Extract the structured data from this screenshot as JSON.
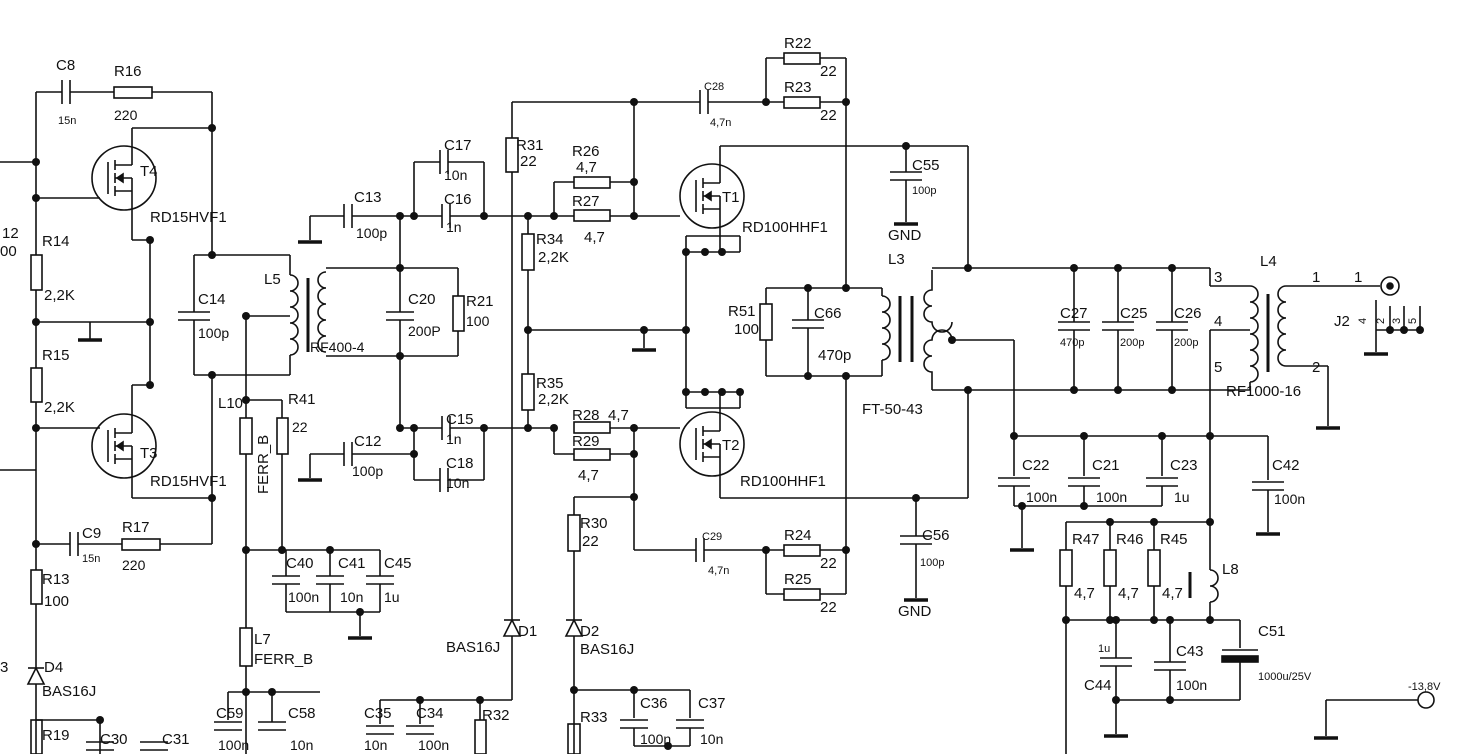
{
  "labels": {
    "C8": "C8",
    "C8v": "15n",
    "R16": "R16",
    "R16v": "220",
    "T4": "T4",
    "T4p": "RD15HVF1",
    "T3": "T3",
    "T3p": "RD15HVF1",
    "R12a": "12",
    "R12b": "00",
    "R14": "R14",
    "R14v": "2,2K",
    "R15": "R15",
    "R15v": "2,2K",
    "C9": "C9",
    "C9v": "15n",
    "R17": "R17",
    "R17v": "220",
    "R13": "R13",
    "R13v": "100",
    "D4": "D4",
    "D4p": "BAS16J",
    "D4n": "3",
    "R19": "R19",
    "C30": "C30",
    "C31": "C31",
    "C14": "C14",
    "C14v": "100p",
    "L5": "L5",
    "RF400": "RF400-4",
    "C13": "C13",
    "C13v": "100p",
    "C17": "C17",
    "C17v": "10n",
    "C16": "C16",
    "C16v": "1n",
    "C20": "C20",
    "C20v": "200P",
    "R21": "R21",
    "R21v": "100",
    "L10": "L10",
    "FERRB1": "FERR_B",
    "R41": "R41",
    "R41v": "22",
    "C12": "C12",
    "C12v": "100p",
    "C15": "C15",
    "C15v": "1n",
    "C18": "C18",
    "C18v": "10n",
    "C40": "C40",
    "C40v": "100n",
    "C41": "C41",
    "C41v": "10n",
    "C45": "C45",
    "C45v": "1u",
    "L7": "L7",
    "FERRB2": "FERR_B",
    "C59": "C59",
    "C59v": "100n",
    "C58": "C58",
    "C58v": "10n",
    "C35": "C35",
    "C35v": "10n",
    "C34": "C34",
    "C34v": "100n",
    "R32": "R32",
    "R31": "R31",
    "R31v": "22",
    "R26": "R26",
    "R26v": "4,7",
    "R27": "R27",
    "R27v": "4,7",
    "R34": "R34",
    "R34v": "2,2K",
    "R35": "R35",
    "R35v": "2,2K",
    "R28": "R28",
    "R28v": "4,7",
    "R29": "R29",
    "R29v": "4,7",
    "R30": "R30",
    "R30v": "22",
    "D1": "D1",
    "D1p": "BAS16J",
    "D2": "D2",
    "D2p": "BAS16J",
    "R33": "R33",
    "C36": "C36",
    "C36v": "100n",
    "C37": "C37",
    "C37v": "10n",
    "C28": "C28",
    "C28v": "4,7n",
    "C29": "C29",
    "C29v": "4,7n",
    "R22": "R22",
    "R22v": "22",
    "R23": "R23",
    "R23v": "22",
    "R24": "R24",
    "R24v": "22",
    "R25": "R25",
    "R25v": "22",
    "T1": "T1",
    "T1p": "RD100HHF1",
    "T2": "T2",
    "T2p": "RD100HHF1",
    "C55": "C55",
    "C55v": "100p",
    "GND1": "GND",
    "C56": "C56",
    "C56v": "100p",
    "GND2": "GND",
    "R51": "R51",
    "R51v": "100",
    "C66": "C66",
    "C66v": "470p",
    "L3": "L3",
    "FT": "FT-50-43",
    "C27": "C27",
    "C27v": "470p",
    "C25": "C25",
    "C25v": "200p",
    "C26": "C26",
    "C26v": "200p",
    "L4": "L4",
    "RF1000": "RF1000-16",
    "p3": "3",
    "p4": "4",
    "p5": "5",
    "p1a": "1",
    "p1b": "1",
    "p2": "2",
    "J2": "J2",
    "j2": "2",
    "j3": "3",
    "j4": "4",
    "j5": "5",
    "C22": "C22",
    "C22v": "100n",
    "C21": "C21",
    "C21v": "100n",
    "C23": "C23",
    "C23v": "1u",
    "C42": "C42",
    "C42v": "100n",
    "R47": "R47",
    "R47v": "4,7",
    "R46": "R46",
    "R46v": "4,7",
    "R45": "R45",
    "R45v": "4,7",
    "L8": "L8",
    "C44": "C44",
    "C44v": "1u",
    "C43": "C43",
    "C43v": "100n",
    "C51": "C51",
    "C51v": "1000u/25V",
    "V138": "-13,8V"
  }
}
